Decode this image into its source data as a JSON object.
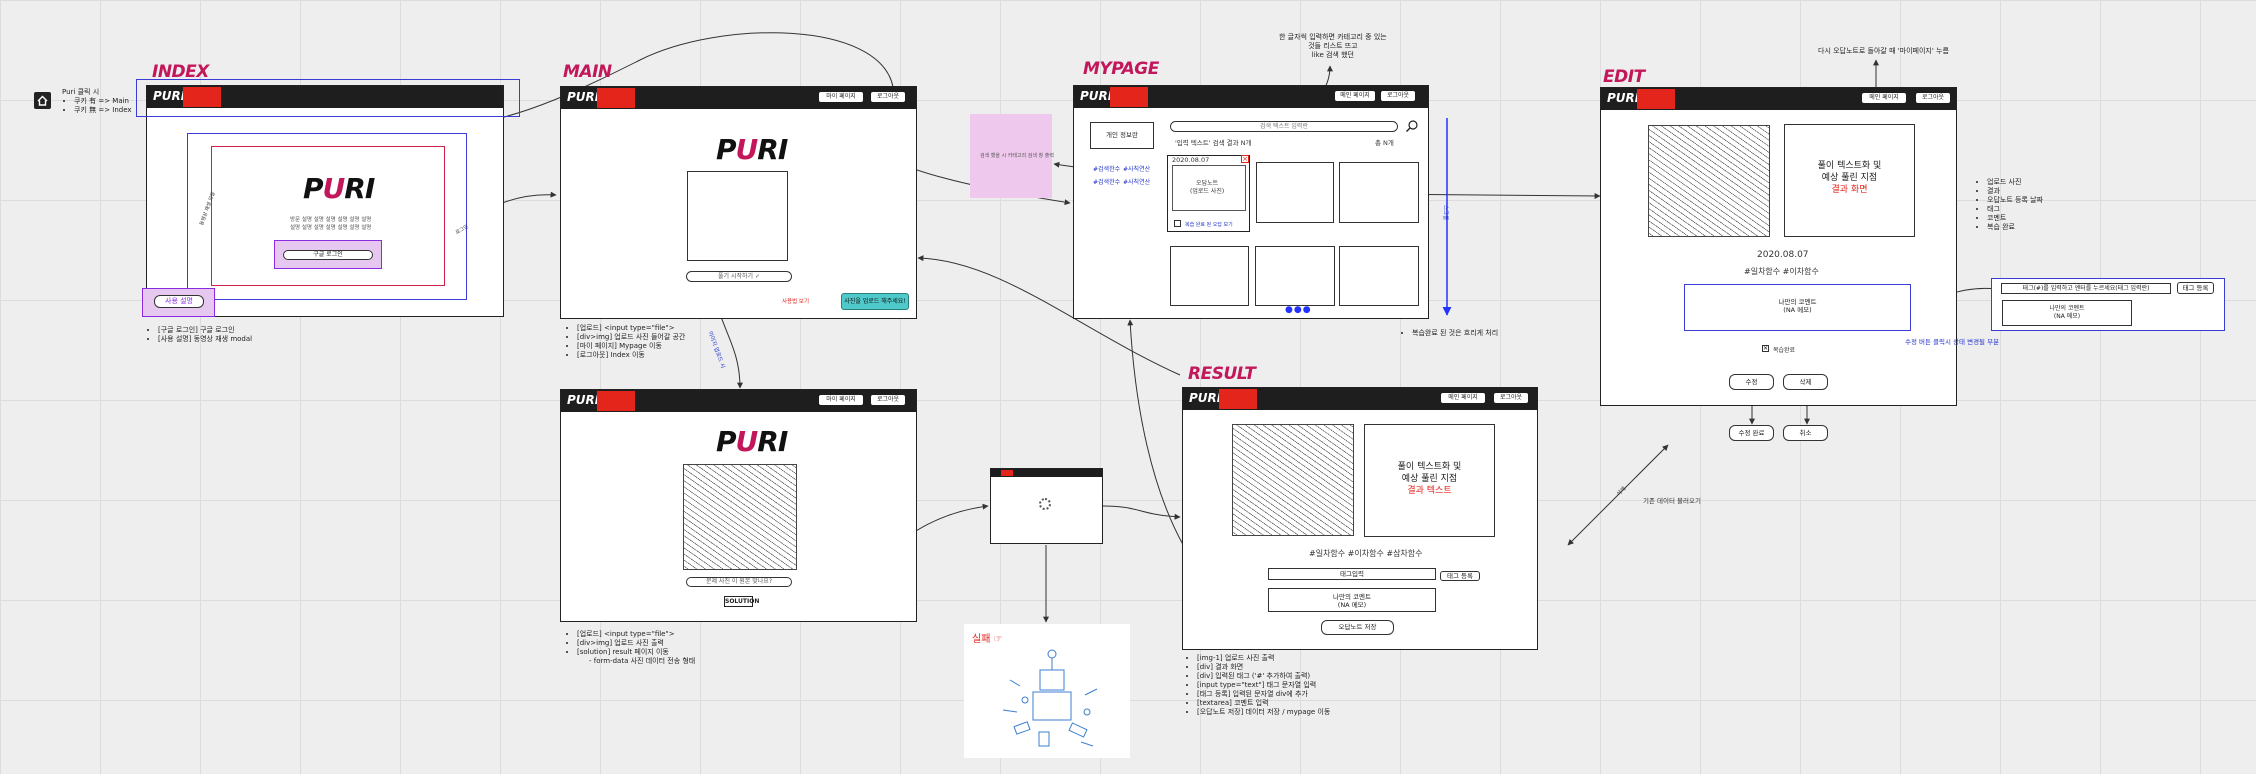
{
  "titles": {
    "index": "INDEX",
    "main": "MAIN",
    "mypage": "MYPAGE",
    "edit": "EDIT",
    "result": "RESULT"
  },
  "logo": {
    "text_pre": "P",
    "text_u": "U",
    "text_post": "RI",
    "small": "PURI"
  },
  "home_note": {
    "line1": "Puri 클릭 시",
    "items": [
      "쿠키 有 => Main",
      "쿠키 無 => Index"
    ]
  },
  "index": {
    "desc_line1": "방문 설명 설명 설명 설명 설명 설명",
    "desc_line2": "설명 설명 설명 설명 설명 설명 설명",
    "google_btn": "구글 로그인",
    "usage_btn": "사용 설명",
    "notes": [
      "[구글 로그인] 구글 로그인",
      "[사용 설명] 동영상 재생 modal"
    ],
    "arrow_label_1": "동영상 재생 모달",
    "arrow_label_2": "로그인"
  },
  "main": {
    "btn_mypage": "마이 페이지",
    "btn_logout": "로그아웃",
    "upload_btn": "풀기 시작하기 ✓",
    "usage_link": "사용법 보기",
    "speech": "사진을 업로드 해주세요!",
    "arrow_label": "이미지 업로드 시",
    "notes": [
      "[업로드] <input type=\"file\">",
      "[div>img] 업로드 사진 들어갈 공간",
      "[마이 페이지] Mypage 이동",
      "[로그아웃] Index 이동"
    ]
  },
  "main2": {
    "btn_mypage": "마이 페이지",
    "btn_logout": "로그아웃",
    "caption": "문제 사진 이 원본 맞나요?",
    "solution_btn": "SOLUTION",
    "notes": [
      "[업로드] <input type=\"file\">",
      "[div>img] 업로드 사진 출력",
      "[solution] result 페이지 이동"
    ],
    "sub_note": "form-data 사진 데이터 전송 형태"
  },
  "loading": {
    "fail_text": "실패 ☞"
  },
  "mypage": {
    "btn_main": "메인 페이지",
    "btn_logout": "로그아웃",
    "info_btn": "개인 정보란",
    "search_placeholder": "검색 텍스트 입력란",
    "search_note": "'입력 텍스트' 검색 결과 N개",
    "count": "총 N개",
    "tags": [
      "#검색한수",
      "#사칙연산",
      "#검색한수",
      "#사칙연산"
    ],
    "card_date": "2020.08.07",
    "card_title_1": "오답노트",
    "card_title_2": "(업로드 사진)",
    "card_check": "복습 완료 된 오답 보기",
    "scroll_label": "스크롤",
    "pink_note": "검색 했을 시 카테고리 검색 창 출력",
    "top_note_1": "한 글자씩 입력하면 카테고리 중 있는",
    "top_note_2": "것들 리스트 뜨고",
    "top_note_3": "like 검색 했던",
    "bottom_note": "복습완료 된 것은 흐리게 처리"
  },
  "edit": {
    "btn_main": "메인 페이지",
    "btn_logout": "로그아웃",
    "result_1": "풀이 텍스트화 및",
    "result_2": "예상 풀린 지점",
    "result_3": "결과 화면",
    "date": "2020.08.07",
    "tags": "#일차함수 #이차함수",
    "comment_1": "나만의 코멘트",
    "comment_2": "(NA 메모)",
    "check": "복습완료",
    "btn_edit": "수정",
    "btn_delete": "삭제",
    "btn_done": "수정 완료",
    "btn_cancel": "취소",
    "top_note": "다시 오답노트로 돌아갈 때 '마이페이지' 누름",
    "edit_hint": "수정 버튼 클릭시 상태 변경될 부분",
    "tag_input": "태그(#)를 입력하고 엔터를 누르세요(태그 입력란)",
    "tag_btn": "태그 등록",
    "comment_edit_1": "나만의 코멘트",
    "comment_edit_2": "(NA 메모)",
    "side_notes": [
      "업로드 사진",
      "결과",
      "오답노트 등록 날짜",
      "태그",
      "코멘트",
      "복습 완료"
    ],
    "diag_label": "삭제",
    "diag_note": "기존 데이터 불러오기"
  },
  "result": {
    "btn_main": "메인 페이지",
    "btn_logout": "로그아웃",
    "result_1": "풀이 텍스트화 및",
    "result_2": "예상 풀린 지점",
    "result_3": "결과 텍스트",
    "tags": "#일차함수 #이차함수 #삼차함수",
    "tag_input": "태그입력",
    "tag_btn": "태그 등록",
    "comment_1": "나만의 코멘트",
    "comment_2": "(NA 메모)",
    "save_btn": "오답노트 저장",
    "notes": [
      "[img-1] 업로드 사진 출력",
      "[div] 결과 화면",
      "[div] 입력된 태그 ('#' 추가하여 출력)",
      "[input type=\"text\"] 태그 문자열 입력",
      "[태그 등록] 입력된 문자열 div에 추가",
      "[textarea] 코멘트 입력",
      "[오답노트 저장] 데이터 저장 / mypage 이동"
    ]
  }
}
